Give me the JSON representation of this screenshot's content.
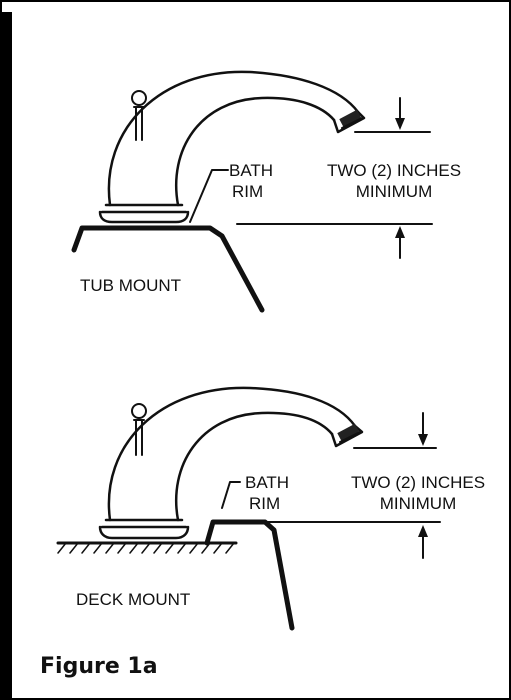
{
  "top": {
    "rim_label_line1": "BATH",
    "rim_label_line2": "RIM",
    "dim_label_line1": "TWO (2) INCHES",
    "dim_label_line2": "MINIMUM",
    "mount_label": "TUB MOUNT"
  },
  "bottom": {
    "rim_label_line1": "BATH",
    "rim_label_line2": "RIM",
    "dim_label_line1": "TWO (2) INCHES",
    "dim_label_line2": "MINIMUM",
    "mount_label": "DECK MOUNT"
  },
  "figure_caption": "Figure 1a",
  "colors": {
    "ink": "#111111",
    "background": "#ffffff",
    "border": "#000000"
  }
}
